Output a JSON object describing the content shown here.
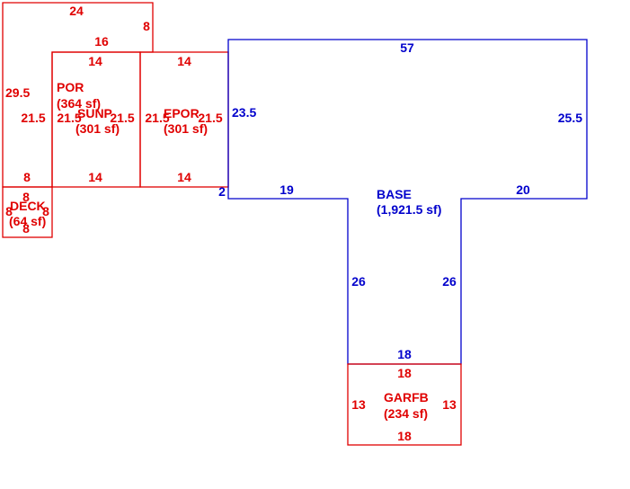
{
  "colors": {
    "red": "#e00000",
    "blue": "#0000cc"
  },
  "areas": [
    {
      "id": "por",
      "name": "POR",
      "area": "(364 sf)",
      "color": "red",
      "dims": [
        "24",
        "8",
        "16",
        "29.5",
        "21.5",
        "8"
      ]
    },
    {
      "id": "sunp",
      "name": "SUNP",
      "area": "(301 sf)",
      "color": "red",
      "dims": [
        "14",
        "21.5",
        "21.5",
        "14"
      ]
    },
    {
      "id": "epor",
      "name": "EPOR",
      "area": "(301 sf)",
      "color": "red",
      "dims": [
        "14",
        "21.5",
        "21.5",
        "14"
      ]
    },
    {
      "id": "deck",
      "name": "DECK",
      "area": "(64 sf)",
      "color": "red",
      "dims": [
        "8",
        "8",
        "8",
        "8"
      ]
    },
    {
      "id": "base",
      "name": "BASE",
      "area": "(1,921.5 sf)",
      "color": "blue",
      "dims": [
        "57",
        "23.5",
        "25.5",
        "2",
        "19",
        "20",
        "26",
        "26",
        "18"
      ]
    },
    {
      "id": "garfb",
      "name": "GARFB",
      "area": "(234 sf)",
      "color": "red",
      "dims": [
        "18",
        "13",
        "13",
        "18"
      ]
    }
  ]
}
